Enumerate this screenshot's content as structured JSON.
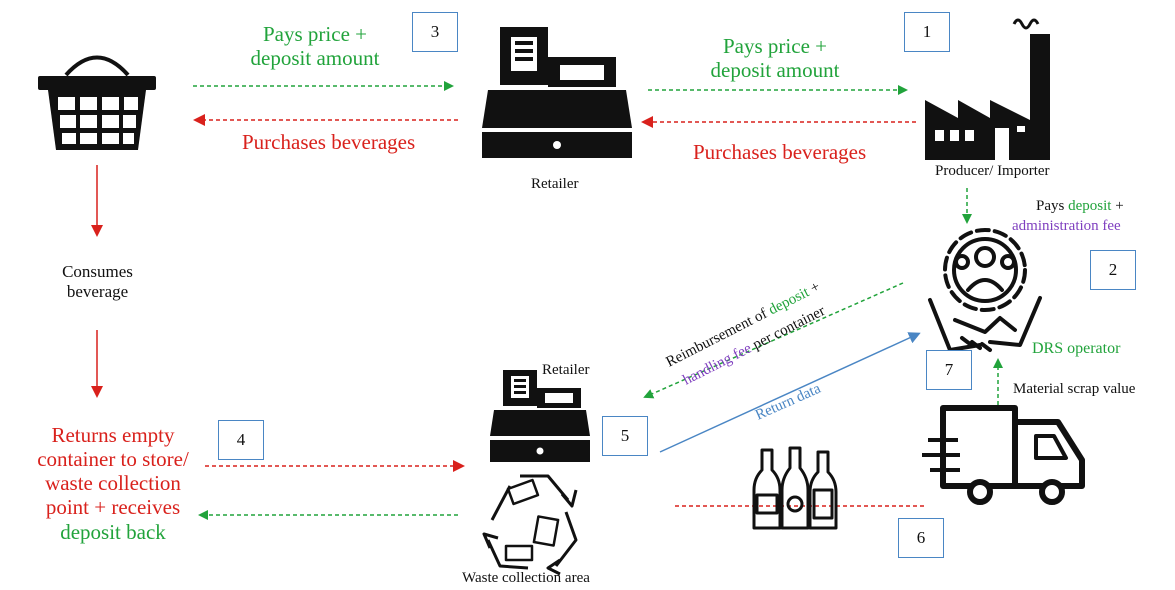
{
  "flow_labels": {
    "consumer_pays_line1": "Pays price +",
    "consumer_pays_line2": "deposit amount",
    "retailer_pays_line1": "Pays price +",
    "retailer_pays_line2": "deposit amount",
    "consumer_purchases": "Purchases beverages",
    "retailer_purchases": "Purchases beverages",
    "consumes_line1": "Consumes",
    "consumes_line2": "beverage",
    "returns_line1": "Returns empty",
    "returns_line2": "container to store/",
    "returns_line3": "waste collection",
    "returns_line4": "point + receives",
    "returns_line5": "deposit back",
    "producer_pays_prefix": "Pays ",
    "producer_pays_deposit": "deposit",
    "producer_pays_plus": " +",
    "producer_pays_admin": "administration fee",
    "reimb_prefix": "Reimbursement of ",
    "reimb_deposit": "deposit",
    "reimb_plus": " +",
    "reimb_handling": "handling fee",
    "reimb_suffix": " per container",
    "return_data": "Return data",
    "material_scrap": "Material scrap value"
  },
  "nodes": {
    "retailer_top": "Retailer",
    "producer": "Producer/ Importer",
    "drs_operator": "DRS operator",
    "retailer_bottom": "Retailer",
    "waste_area": "Waste collection area"
  },
  "steps": {
    "s1": "1",
    "s2": "2",
    "s3": "3",
    "s4": "4",
    "s5": "5",
    "s6": "6",
    "s7": "7"
  },
  "colors": {
    "green": "#21a33b",
    "red": "#d9211c",
    "purple": "#7f3fbf",
    "blue": "#4a86c4",
    "icon": "#111111"
  }
}
